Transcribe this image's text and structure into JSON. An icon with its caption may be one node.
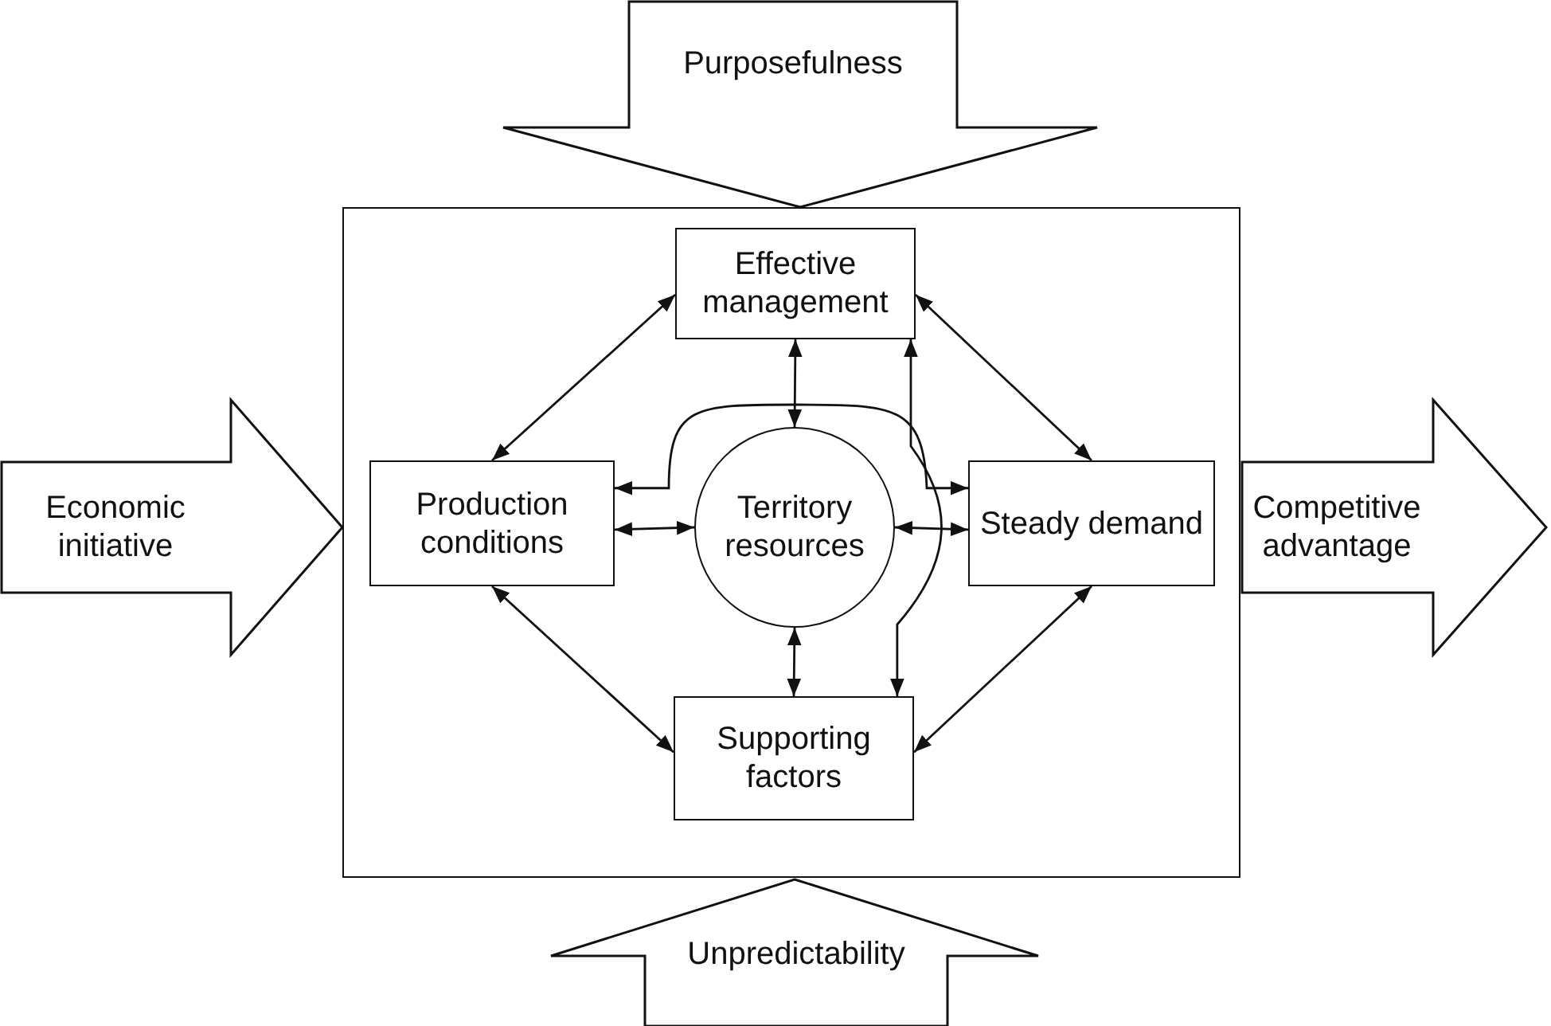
{
  "diagram": {
    "nodes": [
      {
        "text": [
          "Purposefulness"
        ]
      },
      {
        "text": [
          "Economic initiative"
        ]
      },
      {
        "text": [],
        "shape": "box"
      },
      {
        "text": [
          "Effective management"
        ],
        "in": 2
      },
      {
        "text": [
          "Production conditions"
        ],
        "in": 2
      },
      {
        "text": [
          "Territory resources"
        ],
        "in": 2
      },
      {
        "text": [
          "Steady demand"
        ],
        "in": 2
      },
      {
        "text": [
          "Supporting factors"
        ],
        "in": 2
      },
      {
        "text": [
          "Competitive advantage"
        ]
      },
      {
        "text": [
          "Unpredictability"
        ]
      }
    ],
    "edges": [
      {
        "from": 3,
        "to": 4,
        "arrow": "both"
      },
      {
        "from": 3,
        "to": 6,
        "arrow": "both"
      },
      {
        "from": 4,
        "to": 7,
        "arrow": "both"
      },
      {
        "from": 6,
        "to": 7,
        "arrow": "both"
      },
      {
        "from": 3,
        "to": 5,
        "arrow": "both"
      },
      {
        "from": 4,
        "to": 5,
        "arrow": "both"
      },
      {
        "from": 5,
        "to": 6,
        "arrow": "both"
      },
      {
        "from": 5,
        "to": 7,
        "arrow": "both"
      },
      {
        "from": 4,
        "to": 6,
        "arrow": "both"
      },
      {
        "from": 3,
        "to": 7,
        "arrow": "both"
      }
    ]
  }
}
